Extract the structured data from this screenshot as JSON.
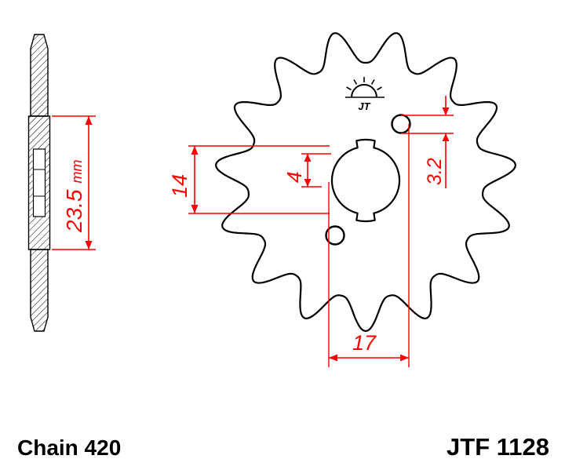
{
  "page": {
    "background": "#ffffff",
    "line_color": "#000000",
    "dimension_color": "#ff0000"
  },
  "drawing": {
    "type": "sprocket-technical-drawing",
    "views": [
      "side-section",
      "front-view"
    ],
    "teeth_count": 15
  },
  "logo": {
    "brand": "JT"
  },
  "dimensions": {
    "hub_width": {
      "value": "23.5",
      "unit": "mm"
    },
    "bore_diameter": {
      "value": "14"
    },
    "keyway": {
      "value": "4"
    },
    "hole_diameter": {
      "value": "3.2"
    },
    "hole_spacing": {
      "value": "17"
    }
  },
  "footer": {
    "chain_label": "Chain 420",
    "part_number": "JTF 1128"
  }
}
